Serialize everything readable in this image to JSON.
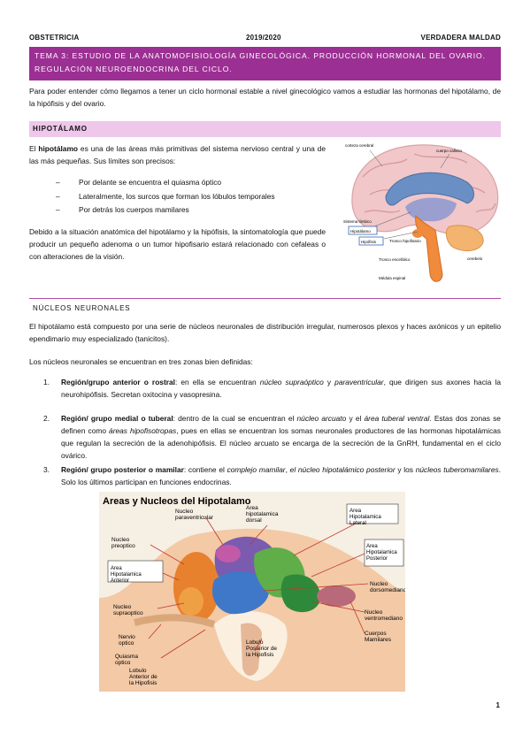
{
  "header": {
    "left": "OBSTETRICIA",
    "center": "2019/2020",
    "right": "VERDADERA MALDAD"
  },
  "title": "TEMA 3: ESTUDIO DE LA ANATOMOFISIOLOGÍA GINECOLÓGICA. PRODUCCIÓN HORMONAL DEL OVARIO. REGULACIÓN NEUROENDOCRINA DEL CICLO.",
  "intro": "Para poder entender cómo llegamos a tener un ciclo hormonal estable a nivel ginecológico vamos a estudiar las hormonas del hipotálamo, de la hipófisis y del ovario.",
  "section1": {
    "heading": "HIPOTÁLAMO",
    "p1_pre": "El ",
    "p1_bold": "hipotálamo",
    "p1_post": " es una de las áreas más primitivas del sistema nervioso central y una de las más pequeñas. Sus límites son precisos:",
    "limits": [
      "Por delante se encuentra el quiasma óptico",
      "Lateralmente, los surcos que forman los lóbulos temporales",
      "Por detrás los cuerpos mamilares"
    ],
    "p2": "Debido a la situación anatómica del hipotálamo y la hipófisis, la sintomatología que puede producir un pequeño adenoma o un tumor hipofisario estará relacionado con cefaleas o con alteraciones de la visión."
  },
  "brain_figure": {
    "labels": {
      "corteza": "corteza cerebral",
      "calloso": "cuerpo calloso",
      "limbico": "Sistema límbico",
      "hipotalamo": "Hipotálamo",
      "hipofisis": "Hipófisis",
      "tronco_hipo": "Tronco hipofisario",
      "tronco_enc": "Tronco encefálico",
      "cerebelo": "cerebelo",
      "medula": "Médula espinal"
    }
  },
  "section2": {
    "heading": "NÚCLEOS NEURONALES",
    "p1": "El hipotálamo está compuesto por una serie de núcleos neuronales de distribución irregular, numerosos plexos y haces axónicos y un epitelio ependimario muy especializado (tanicitos).",
    "p2": "Los núcleos neuronales se encuentran en tres zonas bien definidas:",
    "items": [
      {
        "num": "1.",
        "bold": "Región/grupo anterior o rostral",
        "t1": ": en ella se encuentran ",
        "i1": "núcleo supraóptico",
        "t2": " y ",
        "i2": "paraventricular",
        "t3": ", que dirigen sus axones hacia la neurohipófisis. Secretan oxitocina y vasopresina."
      },
      {
        "num": "2.",
        "bold": "Región/ grupo medial o tuberal",
        "t1": ": dentro de la cual se encuentran el ",
        "i1": "núcleo arcuato",
        "t2": " y el ",
        "i2": "área tuberal ventral",
        "t3": ". Estas dos zonas se definen como ",
        "i3": "áreas hipofisotropas",
        "t4": ", pues en ellas se encuentran los somas neuronales productores de las hormonas hipotalámicas que regulan la secreción de la adenohipófisis. El núcleo arcuato se encarga de la secreción de la GnRH, fundamental en el ciclo ovárico."
      },
      {
        "num": "3.",
        "bold": "Región/ grupo posterior o mamilar",
        "t1": ": contiene el ",
        "i1": "complejo mamilar",
        "t2": ", ",
        "i2": "el núcleo hipotalámico posterior",
        "t3": " y los ",
        "i3": "núcleos tuberomamilares",
        "t4": ". Solo los últimos participan en funciones endocrinas."
      }
    ]
  },
  "nuclei_figure": {
    "title": "Areas y Nucleos del Hipotalamo",
    "labels": {
      "paraventricular": "Nucleo paraventricular",
      "dorsal": "Area hipotalamica dorsal",
      "lateral": "Area Hipotalamica Lateral",
      "preoptico": "Nucleo preoptico",
      "posterior": "Area Hipotalamica Posterior",
      "anterior": "Area Hipotalamica Anterior",
      "dorsomediano": "Nucleo dorsomediano",
      "supraoptico": "Nucleo supraoptico",
      "ventromediano": "Nucleo ventromediano",
      "nervio": "Nervio optico",
      "mamilares": "Cuerpos Mamilares",
      "quiasma": "Quiasma optico",
      "lobulo_post": "Lobulo Posterior de la Hipofisis",
      "lobulo_ant": "Lobulo Anterior de la Hipofisis"
    }
  },
  "page_number": "1",
  "colors": {
    "accent": "#9c2f93",
    "section_fill": "#eec7ea"
  }
}
